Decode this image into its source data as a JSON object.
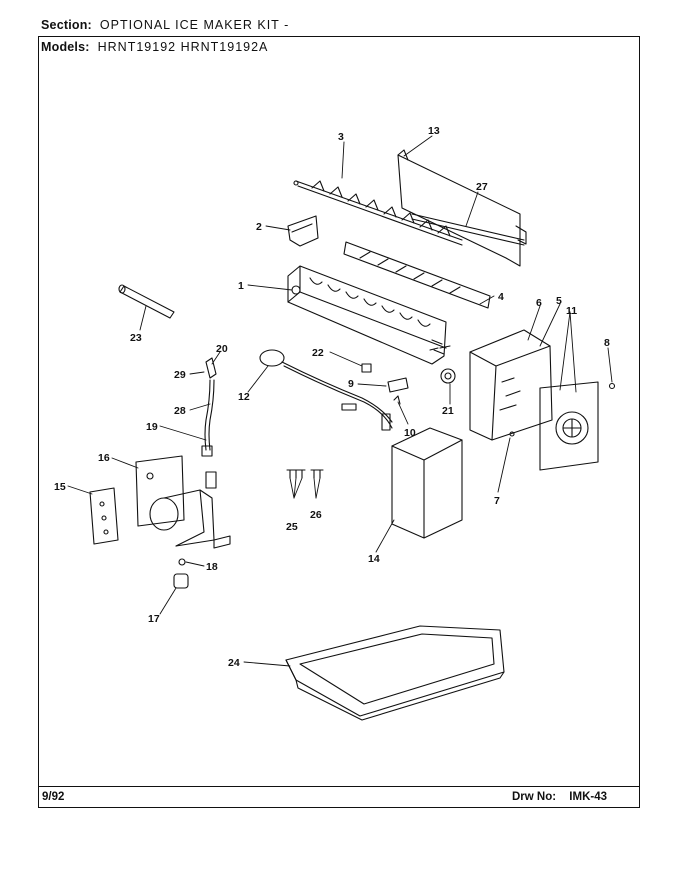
{
  "header": {
    "section_label": "Section:",
    "section_value": "OPTIONAL ICE MAKER KIT -",
    "models_label": "Models:",
    "models_value": "HRNT19192  HRNT19192A"
  },
  "footer": {
    "date": "9/92",
    "drw_label": "Drw No:",
    "drw_value": "IMK-43"
  },
  "callouts": {
    "c1": "1",
    "c2": "2",
    "c3": "3",
    "c4": "4",
    "c5": "5",
    "c6": "6",
    "c7": "7",
    "c8": "8",
    "c9": "9",
    "c10": "10",
    "c11": "11",
    "c12": "12",
    "c13": "13",
    "c14": "14",
    "c15": "15",
    "c16": "16",
    "c17": "17",
    "c18": "18",
    "c19": "19",
    "c20": "20",
    "c21": "21",
    "c22": "22",
    "c23": "23",
    "c24": "24",
    "c25": "25",
    "c26": "26",
    "c27": "27",
    "c28": "28",
    "c29": "29"
  }
}
